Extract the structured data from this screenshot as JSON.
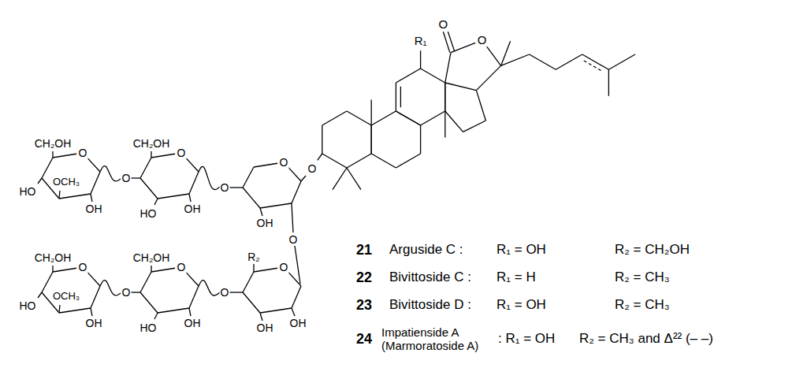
{
  "diagram": {
    "labels": [
      "R₁",
      "O",
      "O",
      "O",
      "CH₂OH",
      "O",
      "HO",
      "OCH₃",
      "OH",
      "O",
      "CH₂OH",
      "O",
      "HO",
      "OH",
      "O",
      "O",
      "OH",
      "O",
      "CH₂OH",
      "O",
      "HO",
      "OCH₃",
      "OH",
      "O",
      "CH₂OH",
      "O",
      "HO",
      "OH",
      "O",
      "R₂",
      "O",
      "OH",
      "OH",
      "21",
      "Arguside C :",
      "R₁ = OH",
      "R₂ = CH₂OH",
      "22",
      "Bivittoside C :",
      "R₁ = H",
      "R₂ = CH₃",
      "23",
      "Bivittoside D :",
      "R₁ = OH",
      "R₂ = CH₃",
      "24",
      "Impatienside A (Marmoratoside A)",
      ": R₁ = OH",
      "R₂ = CH₃ and Δ²² (– –)"
    ]
  }
}
